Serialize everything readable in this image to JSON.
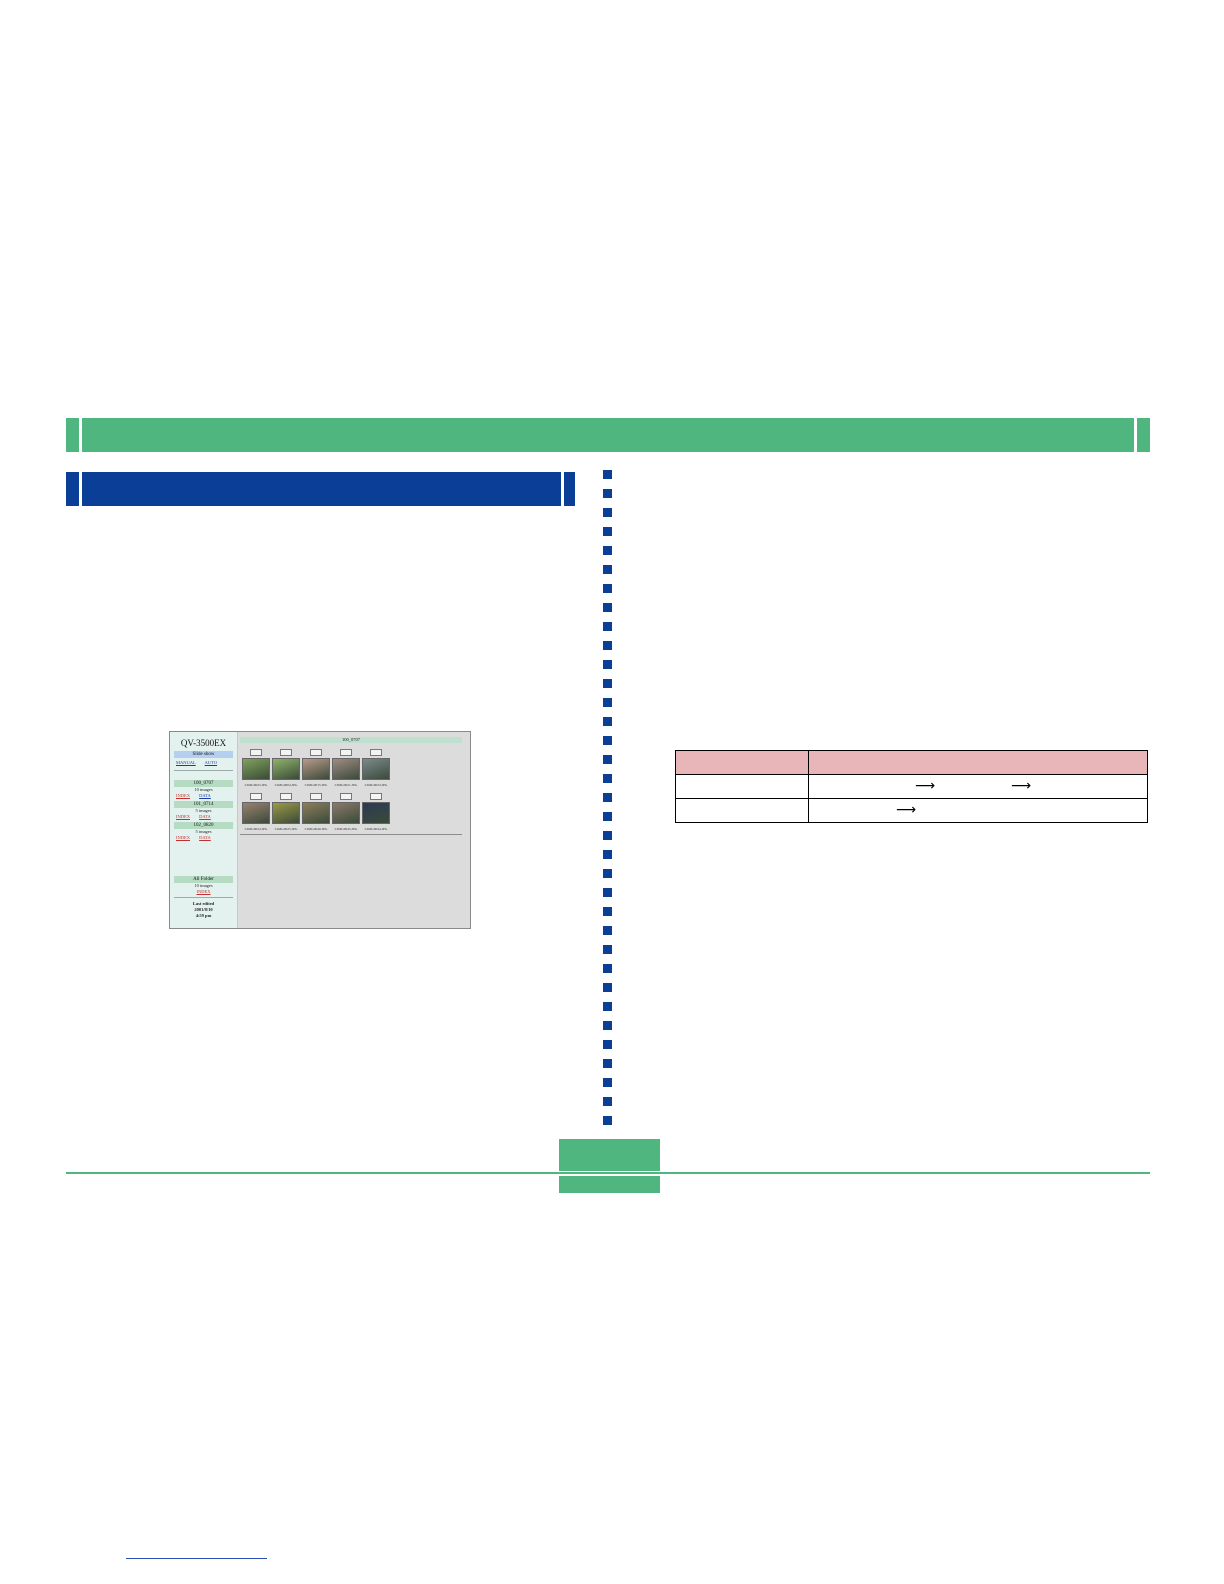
{
  "colors": {
    "chapter_green": "#4fb67f",
    "section_blue": "#0a3e97",
    "table_header": "#e8b6b8"
  },
  "screenshot": {
    "camera_model": "QV-3500EX",
    "slideshow": {
      "label": "Slide show",
      "manual": "MANUAL",
      "auto": "AUTO"
    },
    "folders": [
      {
        "name": "100_0707",
        "count": "10 images",
        "index": "INDEX",
        "data": "DATA"
      },
      {
        "name": "101_0714",
        "count": "5 images",
        "index": "INDEX",
        "data": "DATA"
      },
      {
        "name": "102_0820",
        "count": "5 images",
        "index": "INDEX",
        "data": "DATA"
      }
    ],
    "all_folder": {
      "name": "All Folder",
      "count": "10 images",
      "index": "INDEX"
    },
    "last_edited": {
      "label": "Last edited",
      "date": "2001/8/10",
      "time": "4:59 pm"
    },
    "main_header": "100_0707",
    "thumbs_row1": [
      {
        "file": "CIMG0025.JPG",
        "icon": "camera-icon",
        "color": "#7fa35a"
      },
      {
        "file": "CIMG0004.JPG",
        "icon": "camera-icon",
        "color": "#8fb36a"
      },
      {
        "file": "CIMG0015.JPG",
        "icon": "portrait-icon",
        "color": "#b89a8a"
      },
      {
        "file": "CIMG0021.JPG",
        "icon": "portrait-icon",
        "color": "#a08c84"
      },
      {
        "file": "CIMG0023.JPG",
        "icon": "camera-icon",
        "color": "#7c8a8c"
      }
    ],
    "thumbs_row2": [
      {
        "file": "CIMG0024.JPG",
        "icon": "camera-icon",
        "color": "#9a8270"
      },
      {
        "file": "CIMG0025.JPG",
        "icon": "camera-icon",
        "color": "#9c9a46"
      },
      {
        "file": "CIMG0040.JPG",
        "icon": "landscape-icon",
        "color": "#8c7e5c"
      },
      {
        "file": "CIMG0045.JPG",
        "icon": "camera-icon",
        "color": "#8a7a6a"
      },
      {
        "file": "CIMG0044.JPG",
        "icon": "night-icon",
        "color": "#2c3a52"
      }
    ]
  }
}
